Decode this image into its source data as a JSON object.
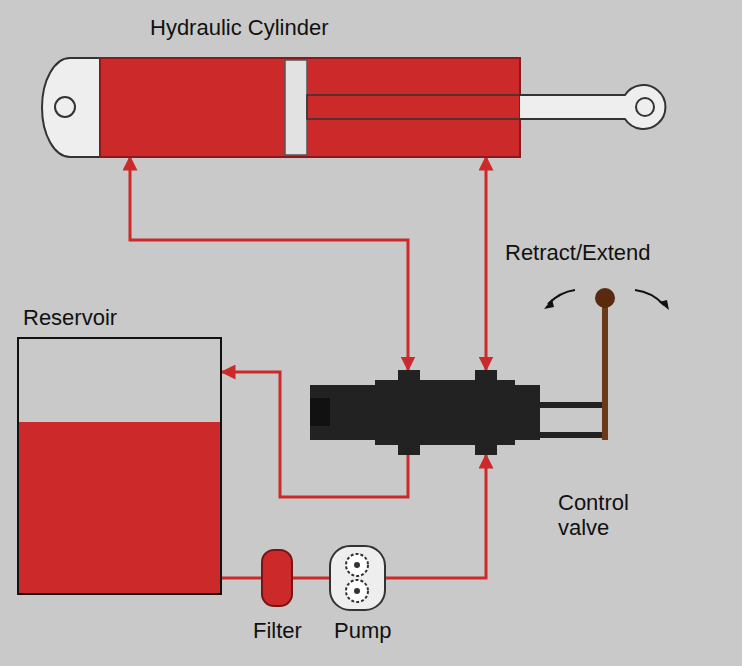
{
  "diagram": {
    "nodes": [
      {
        "text": [
          "Hydraulic Cylinder"
        ]
      },
      {
        "text": [
          "Reservoir"
        ]
      },
      {
        "text": [
          "Control valve"
        ]
      },
      {
        "text": [
          "Filter"
        ]
      },
      {
        "text": [
          "Pump"
        ]
      }
    ],
    "edges": [
      {
        "from": 0,
        "to": 2,
        "arrow": "both"
      },
      {
        "from": 0,
        "to": 2,
        "arrow": "both"
      },
      {
        "from": 2,
        "to": 1,
        "arrow": "to"
      },
      {
        "from": 1,
        "to": 3,
        "arrow": "none"
      },
      {
        "from": 3,
        "to": 4,
        "arrow": "none"
      },
      {
        "from": 4,
        "to": 2,
        "arrow": "to"
      }
    ],
    "labels": [
      "Retract/Extend"
    ]
  }
}
